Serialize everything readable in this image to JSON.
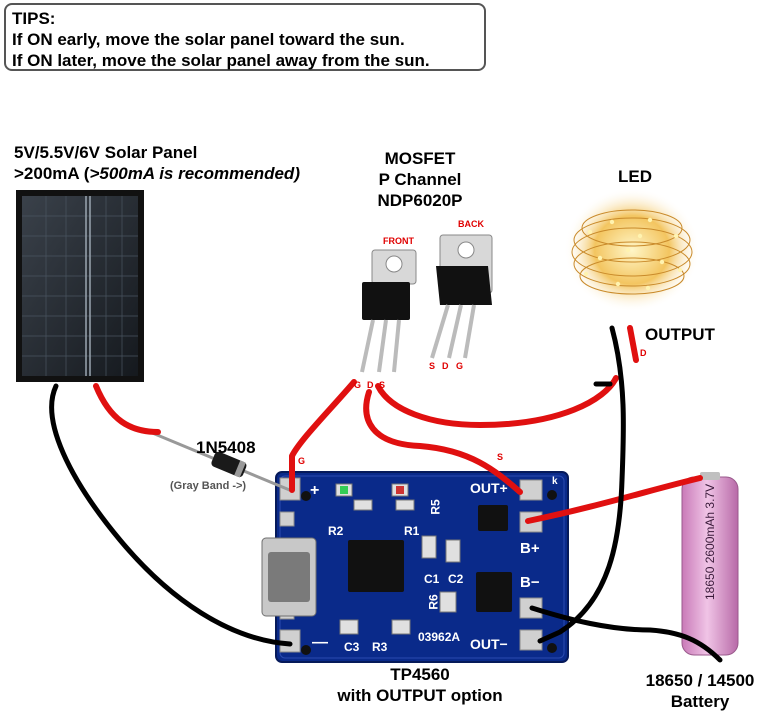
{
  "tips": {
    "heading": "TIPS:",
    "line1": "If ON early, move the solar panel toward the sun.",
    "line2": "If ON later, move the solar panel away from the sun."
  },
  "solar_panel": {
    "label_line1": "5V/5.5V/6V Solar Panel",
    "label_line2_prefix": ">200mA (",
    "label_line2_italic": ">500mA is recommended)"
  },
  "mosfet": {
    "line1": "MOSFET",
    "line2": "P Channel",
    "line3": "NDP6020P",
    "front_label": "FRONT",
    "back_label": "BACK",
    "front_pins": [
      "G",
      "D",
      "S"
    ],
    "back_pins": [
      "S",
      "D",
      "G"
    ]
  },
  "led": {
    "label": "LED",
    "output_label": "OUTPUT",
    "pin_label": "D"
  },
  "diode": {
    "label": "1N5408",
    "band_note": "(Gray Band ->)"
  },
  "wire_tags": {
    "gate": "G",
    "source": "S"
  },
  "board": {
    "name": "TP4560",
    "subtitle": "with OUTPUT option",
    "silk": {
      "plus": "+",
      "minus": "—",
      "out_plus": "OUT+",
      "out_minus": "OUT−",
      "b_plus": "B+",
      "b_minus": "B−",
      "r2": "R2",
      "r1": "R1",
      "r3": "R3",
      "r5": "R5",
      "r6": "R6",
      "c1": "C1",
      "c2": "C2",
      "c3": "C3",
      "code": "03962A",
      "k": "k"
    }
  },
  "battery": {
    "label_line1": "18650 / 14500",
    "label_line2": "Battery",
    "print": "18650 2600mAh 3.7V"
  },
  "colors": {
    "wire_red": "#e01010",
    "wire_black": "#000000",
    "pcb_blue": "#0a2a8a",
    "battery_pink": "#e7a8d6"
  }
}
